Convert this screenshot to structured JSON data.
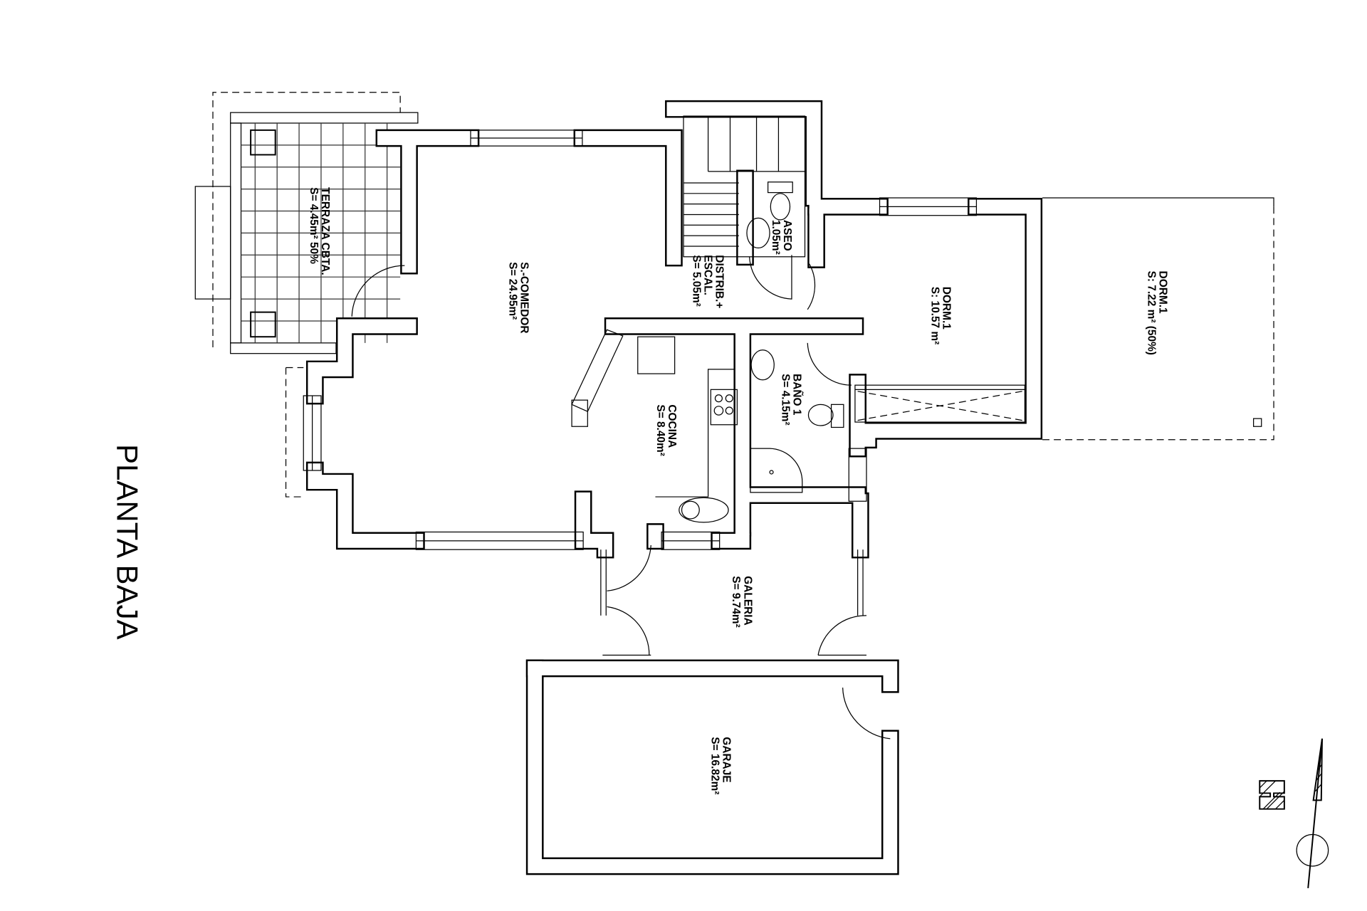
{
  "title": "PLANTA BAJA",
  "rooms": [
    {
      "id": "terraza",
      "name": "TERRAZA CBTA.",
      "area": "S= 4.45m² 50%"
    },
    {
      "id": "comedor",
      "name": "S.-COMEDOR",
      "area": "S= 24.95m²"
    },
    {
      "id": "distrib",
      "name": "DISTRIB.+",
      "name2": "ESCAL.",
      "area": "S= 5.05m²"
    },
    {
      "id": "aseo",
      "name": "ASEO",
      "area": "1.05m²"
    },
    {
      "id": "dorm1",
      "name": "DORM.1",
      "area": "S: 10.57 m²"
    },
    {
      "id": "dorm1b",
      "name": "DORM.1",
      "area": "S: 7.22 m² (50%)"
    },
    {
      "id": "bano",
      "name": "BAÑO 1",
      "area": "S= 4.15m²"
    },
    {
      "id": "cocina",
      "name": "COCINA",
      "area": "S= 8.40m²"
    },
    {
      "id": "galeria",
      "name": "GALERIA",
      "area": "S= 9.74m²"
    },
    {
      "id": "garaje",
      "name": "GARAJE",
      "area": "S= 16.82m²"
    }
  ],
  "icons": [
    "north-arrow-icon",
    "logo-block-icon"
  ]
}
